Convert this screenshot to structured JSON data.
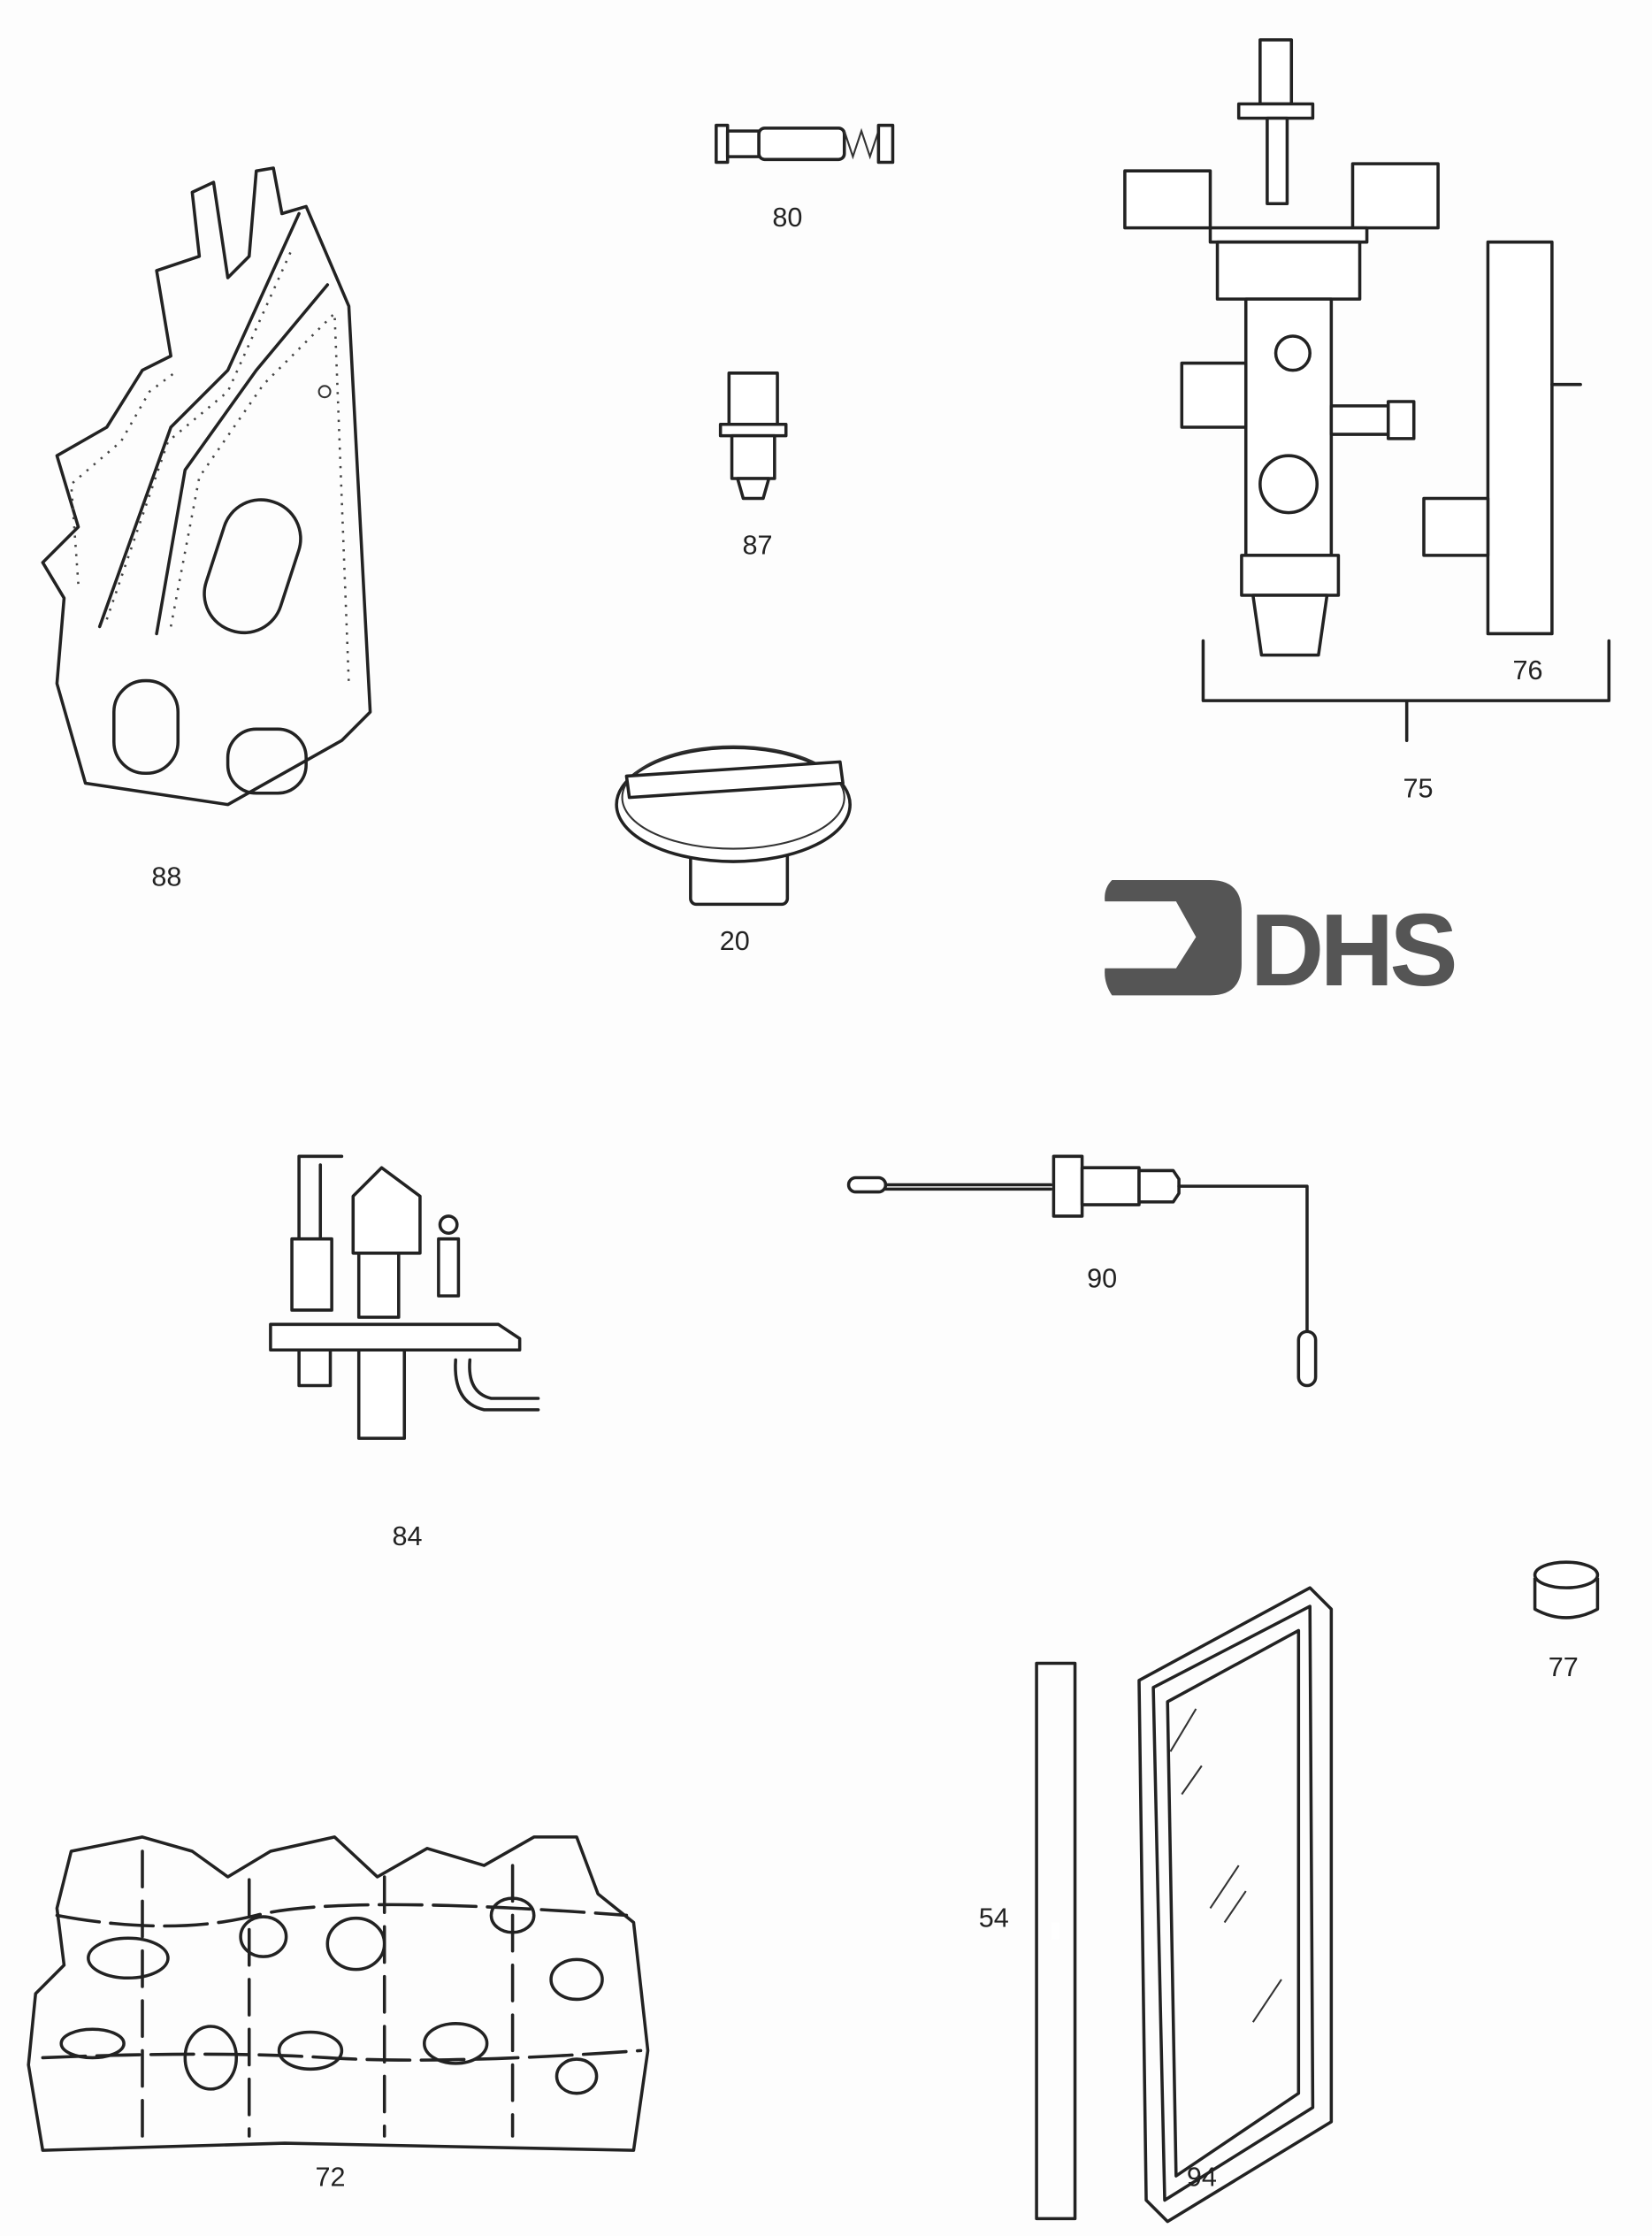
{
  "title": "Parts diagram",
  "logo": {
    "text": "DHS",
    "color": "#555555"
  },
  "parts": [
    {
      "id": "80",
      "label": "80"
    },
    {
      "id": "87",
      "label": "87"
    },
    {
      "id": "88",
      "label": "88"
    },
    {
      "id": "20",
      "label": "20"
    },
    {
      "id": "75",
      "label": "75"
    },
    {
      "id": "76",
      "label": "76"
    },
    {
      "id": "84",
      "label": "84"
    },
    {
      "id": "90",
      "label": "90"
    },
    {
      "id": "77",
      "label": "77"
    },
    {
      "id": "54",
      "label": "54"
    },
    {
      "id": "94",
      "label": "94"
    },
    {
      "id": "72",
      "label": "72"
    }
  ]
}
